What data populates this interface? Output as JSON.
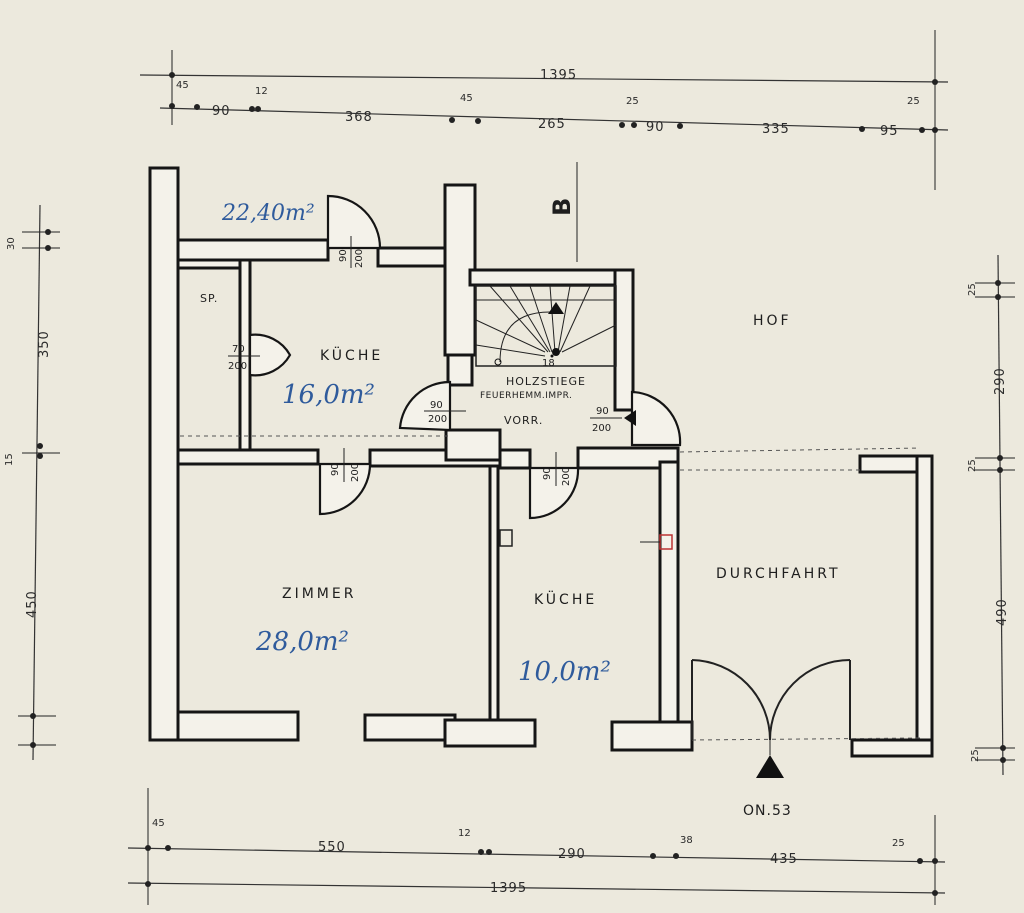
{
  "dimensions": {
    "top_total": "1395",
    "top_segments": [
      "45",
      "90",
      "12",
      "368",
      "45",
      "265",
      "25",
      "90",
      "335",
      "25",
      "95"
    ],
    "bottom_total": "1395",
    "bottom_segments": [
      "45",
      "550",
      "12",
      "290",
      "38",
      "435",
      "25"
    ],
    "left": [
      "30",
      "350",
      "15",
      "450"
    ],
    "right": [
      "25",
      "290",
      "25",
      "490",
      "25"
    ]
  },
  "rooms": {
    "hof": "HOF",
    "kueche_top": "KÜCHE",
    "kueche_bottom": "KÜCHE",
    "zimmer": "ZIMMER",
    "durchfahrt": "DURCHFAHRT",
    "vorraum": "VORR.",
    "speis": "SP.",
    "stair_line1": "HOLZSTIEGE",
    "stair_line2": "FEUERHEMM.IMPR.",
    "stair_number": "18",
    "section_marker": "B",
    "entrance": "ON.53"
  },
  "areas": {
    "top_left": "22,40m²",
    "kueche_top": "16,0m²",
    "zimmer": "28,0m²",
    "kueche_bottom": "10,0m²"
  },
  "doors": {
    "d1": [
      "90",
      "200"
    ],
    "d2": [
      "70",
      "200"
    ],
    "d3": [
      "90",
      "200"
    ],
    "d4": [
      "90",
      "200"
    ],
    "d5": [
      "90",
      "200"
    ],
    "d6": [
      "90",
      "200"
    ]
  },
  "colors": {
    "paper": "#ece9dd",
    "ink": "#151515",
    "area_ink": "#2f5b9c"
  }
}
